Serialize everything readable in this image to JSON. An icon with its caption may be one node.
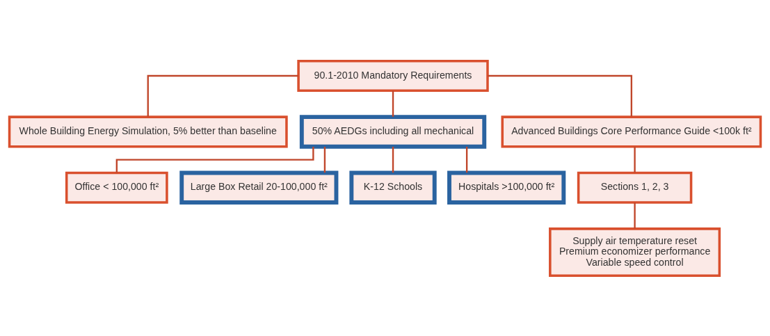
{
  "diagram": {
    "nodes": [
      {
        "text": [
          "90.1-2010 Mandatory Requirements"
        ]
      },
      {
        "text": [
          "Whole Building Energy Simulation, 5% better than baseline"
        ]
      },
      {
        "text": [
          "50% AEDGs including all mechanical"
        ]
      },
      {
        "text": [
          "Advanced Buildings Core Performance Guide <100k ft²"
        ]
      },
      {
        "text": [
          "Office < 100,000 ft²"
        ]
      },
      {
        "text": [
          "Large Box Retail 20-100,000 ft²"
        ]
      },
      {
        "text": [
          "K-12 Schools"
        ]
      },
      {
        "text": [
          "Hospitals >100,000 ft²"
        ]
      },
      {
        "text": [
          "Sections 1, 2, 3"
        ]
      },
      {
        "text": [
          "Supply air temperature reset",
          "Premium economizer performance",
          "Variable speed control"
        ]
      }
    ],
    "edges": [
      {
        "from": 0,
        "to": 1,
        "arrow": "none"
      },
      {
        "from": 0,
        "to": 2,
        "arrow": "none"
      },
      {
        "from": 0,
        "to": 3,
        "arrow": "none"
      },
      {
        "from": 2,
        "to": 4,
        "arrow": "none"
      },
      {
        "from": 2,
        "to": 5,
        "arrow": "none"
      },
      {
        "from": 2,
        "to": 6,
        "arrow": "none"
      },
      {
        "from": 2,
        "to": 7,
        "arrow": "none"
      },
      {
        "from": 3,
        "to": 8,
        "arrow": "none"
      },
      {
        "from": 8,
        "to": 9,
        "arrow": "none"
      }
    ]
  }
}
